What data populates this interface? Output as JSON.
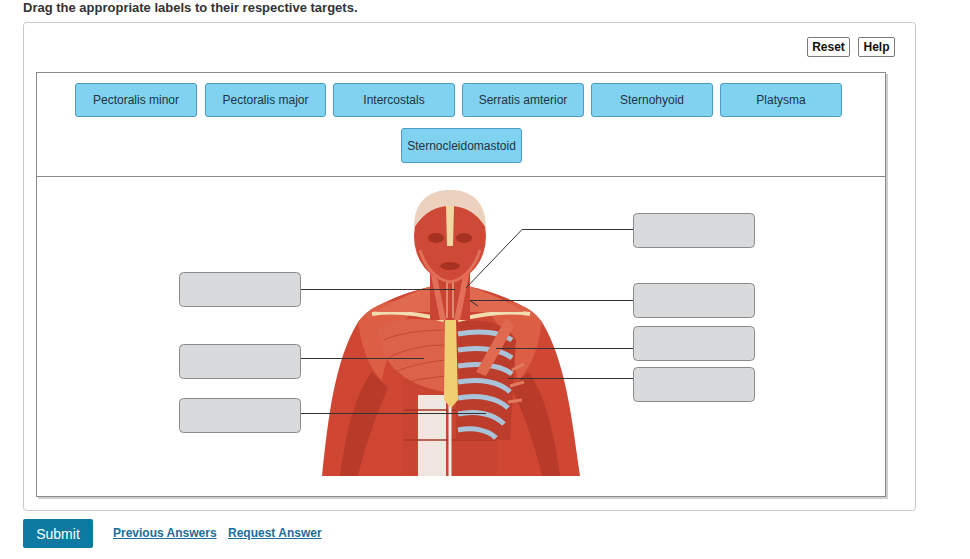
{
  "diagram": {
    "title": "Drag the appropriate labels to their respective targets.",
    "nodes": [
      {
        "text": [
          "Reset"
        ]
      },
      {
        "text": [
          "Help"
        ]
      },
      {
        "text": [
          "Pectoralis minor"
        ]
      },
      {
        "text": [
          "Pectoralis major"
        ]
      },
      {
        "text": [
          "Intercostals"
        ]
      },
      {
        "text": [
          "Serratis amterior"
        ]
      },
      {
        "text": [
          "Sternohyoid"
        ]
      },
      {
        "text": [
          "Platysma"
        ]
      },
      {
        "text": [
          "Sternocleidomastoid"
        ]
      },
      {
        "text": [
          "Submit"
        ]
      }
    ],
    "labels": [
      "Previous Answers",
      "Request Answer"
    ]
  }
}
